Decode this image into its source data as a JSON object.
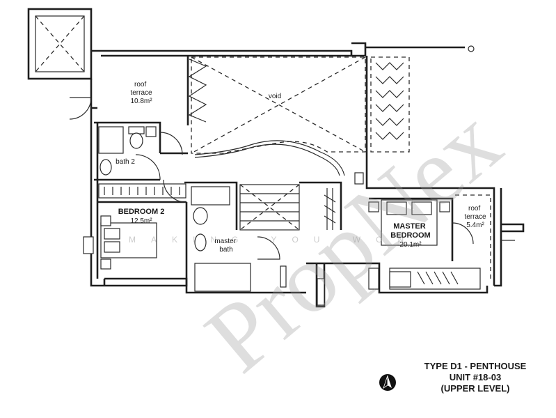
{
  "rooms": {
    "roof_terrace_top": {
      "name": "roof\nterrace",
      "area": "10.8m²"
    },
    "void": {
      "name": "void"
    },
    "bath2": {
      "name": "bath 2"
    },
    "bedroom2": {
      "name": "BEDROOM 2",
      "area": "12.5m²"
    },
    "master_bath": {
      "name": "master\nbath"
    },
    "master_bedroom": {
      "name": "MASTER\nBEDROOM",
      "area": "20.1m²"
    },
    "roof_terrace_right": {
      "name": "roof\nterrace",
      "area": "5.4m²"
    }
  },
  "legend": {
    "line1": "TYPE D1 - PENTHOUSE",
    "line2": "UNIT #18-03",
    "line3": "(UPPER LEVEL)"
  },
  "watermark": {
    "main": "PropNex",
    "sub": "MAKING YOU WON"
  },
  "icons": {
    "north": "north-arrow-icon"
  }
}
